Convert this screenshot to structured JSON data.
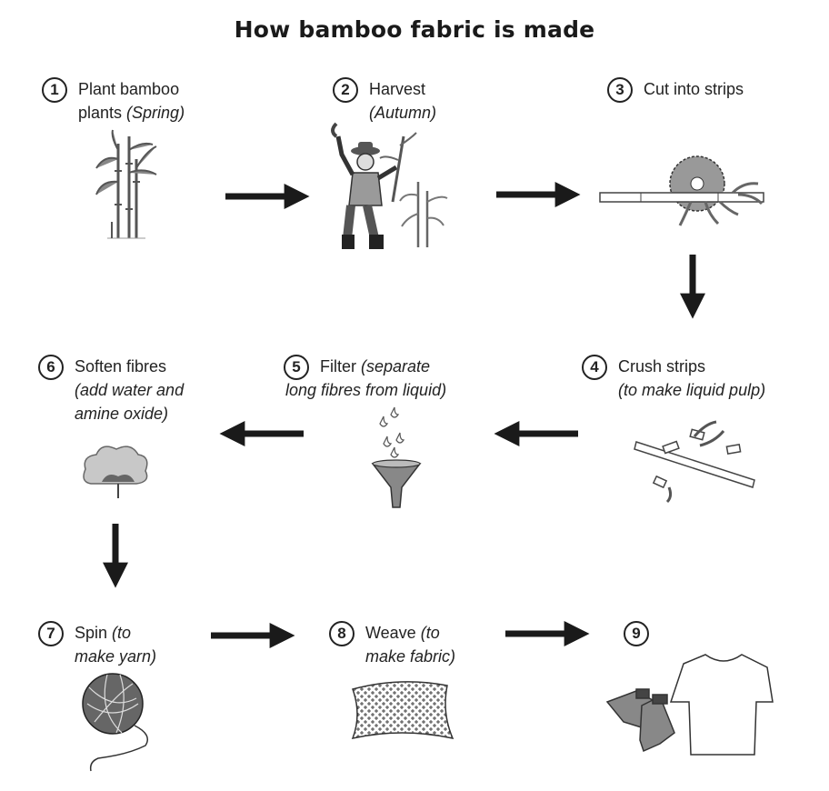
{
  "title": "How bamboo fabric is made",
  "steps": [
    {
      "num": "1",
      "line1": "Plant bamboo",
      "line2": "plants ",
      "line2_italic": "(Spring)",
      "line3": ""
    },
    {
      "num": "2",
      "line1": "Harvest",
      "line2": "",
      "line2_italic": "(Autumn)",
      "line3": ""
    },
    {
      "num": "3",
      "line1": "Cut into strips",
      "line2": "",
      "line2_italic": "",
      "line3": ""
    },
    {
      "num": "4",
      "line1": "Crush strips",
      "line2": "",
      "line2_italic": "(to make liquid pulp)",
      "line3": ""
    },
    {
      "num": "5",
      "line1": "Filter ",
      "line1_italic": "(separate",
      "line2": "",
      "line2_italic": "long fibres from liquid)",
      "line3": ""
    },
    {
      "num": "6",
      "line1": "Soften fibres",
      "line2": "",
      "line2_italic": "(add water and",
      "line3": "amine oxide)"
    },
    {
      "num": "7",
      "line1": "Spin ",
      "line1_italic": "(to",
      "line2": "",
      "line2_italic": "make yarn)",
      "line3": ""
    },
    {
      "num": "8",
      "line1": "Weave ",
      "line1_italic": "(to",
      "line2": "",
      "line2_italic": "make fabric)",
      "line3": ""
    },
    {
      "num": "9",
      "line1": "",
      "line2": "",
      "line2_italic": "",
      "line3": ""
    }
  ],
  "icons": [
    "bamboo-plant-icon",
    "harvester-icon",
    "saw-cutting-bamboo-icon",
    "crushed-bamboo-icon",
    "filter-funnel-icon",
    "cotton-flower-icon",
    "yarn-ball-icon",
    "woven-fabric-icon",
    "clothing-icon"
  ]
}
